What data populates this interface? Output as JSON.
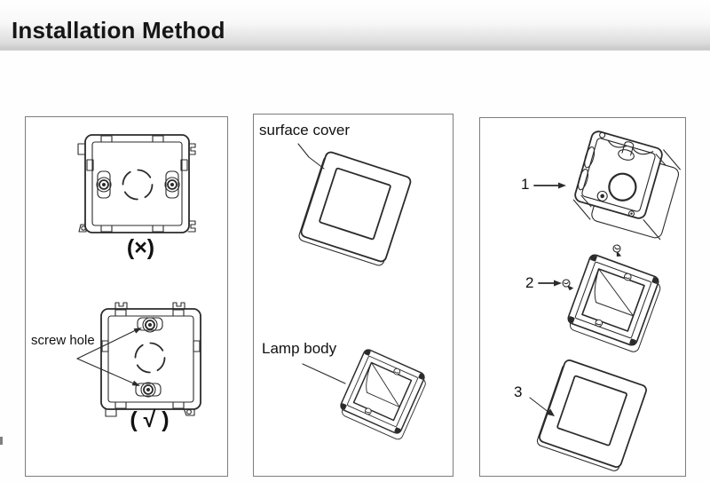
{
  "header": {
    "title": "Installation Method"
  },
  "panels": {
    "orientation": {
      "screw_hole_label": "screw hole",
      "wrong_mark": "(×)",
      "correct_mark": "( √ )"
    },
    "parts": {
      "surface_cover_label": "surface cover",
      "lamp_body_label": "Lamp body"
    },
    "assembly": {
      "step1_label": "1",
      "step2_label": "2",
      "step3_label": "3"
    }
  },
  "colors": {
    "line": "#2b2b2b",
    "panel_border": "#7d7d7d",
    "header_gradient_top": "#ffffff",
    "header_gradient_bottom": "#c9c9c9",
    "background": "#ffffff",
    "text": "#1a1a1a"
  }
}
